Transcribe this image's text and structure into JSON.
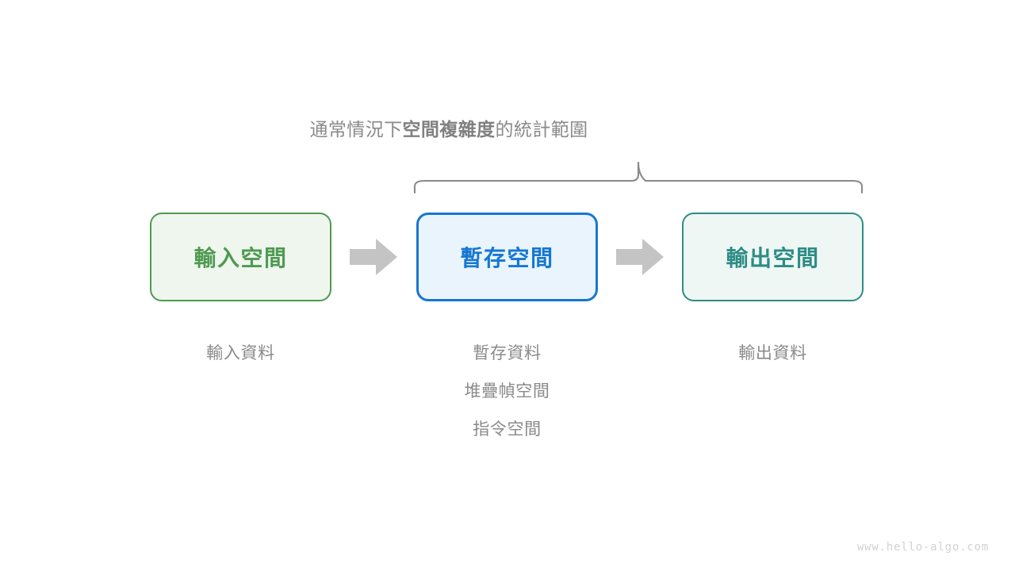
{
  "diagram": {
    "brace_caption": {
      "prefix": "通常情況下",
      "emphasis": "空間複雜度",
      "suffix": "的統計範圍"
    },
    "boxes": [
      {
        "id": "input-space",
        "label": "輸入空間",
        "border_color": "#4e9a51",
        "fill_color": "#eef6ee",
        "text_color": "#4e9a51"
      },
      {
        "id": "temp-space",
        "label": "暫存空間",
        "border_color": "#1677d2",
        "fill_color": "#e9f4fd",
        "text_color": "#1677d2"
      },
      {
        "id": "output-space",
        "label": "輸出空間",
        "border_color": "#2e8c85",
        "fill_color": "#eef7f4",
        "text_color": "#2e8c85"
      }
    ],
    "captions": {
      "input": [
        "輸入資料"
      ],
      "temp": [
        "暫存資料",
        "堆疊幀空間",
        "指令空間"
      ],
      "output": [
        "輸出資料"
      ]
    },
    "arrows": {
      "color": "#c4c4c4",
      "count": 2
    },
    "brace_color": "#8a8a8a",
    "caption_text_color": "#8a8a8a"
  },
  "watermark": {
    "text": "www.hello-algo.com"
  }
}
